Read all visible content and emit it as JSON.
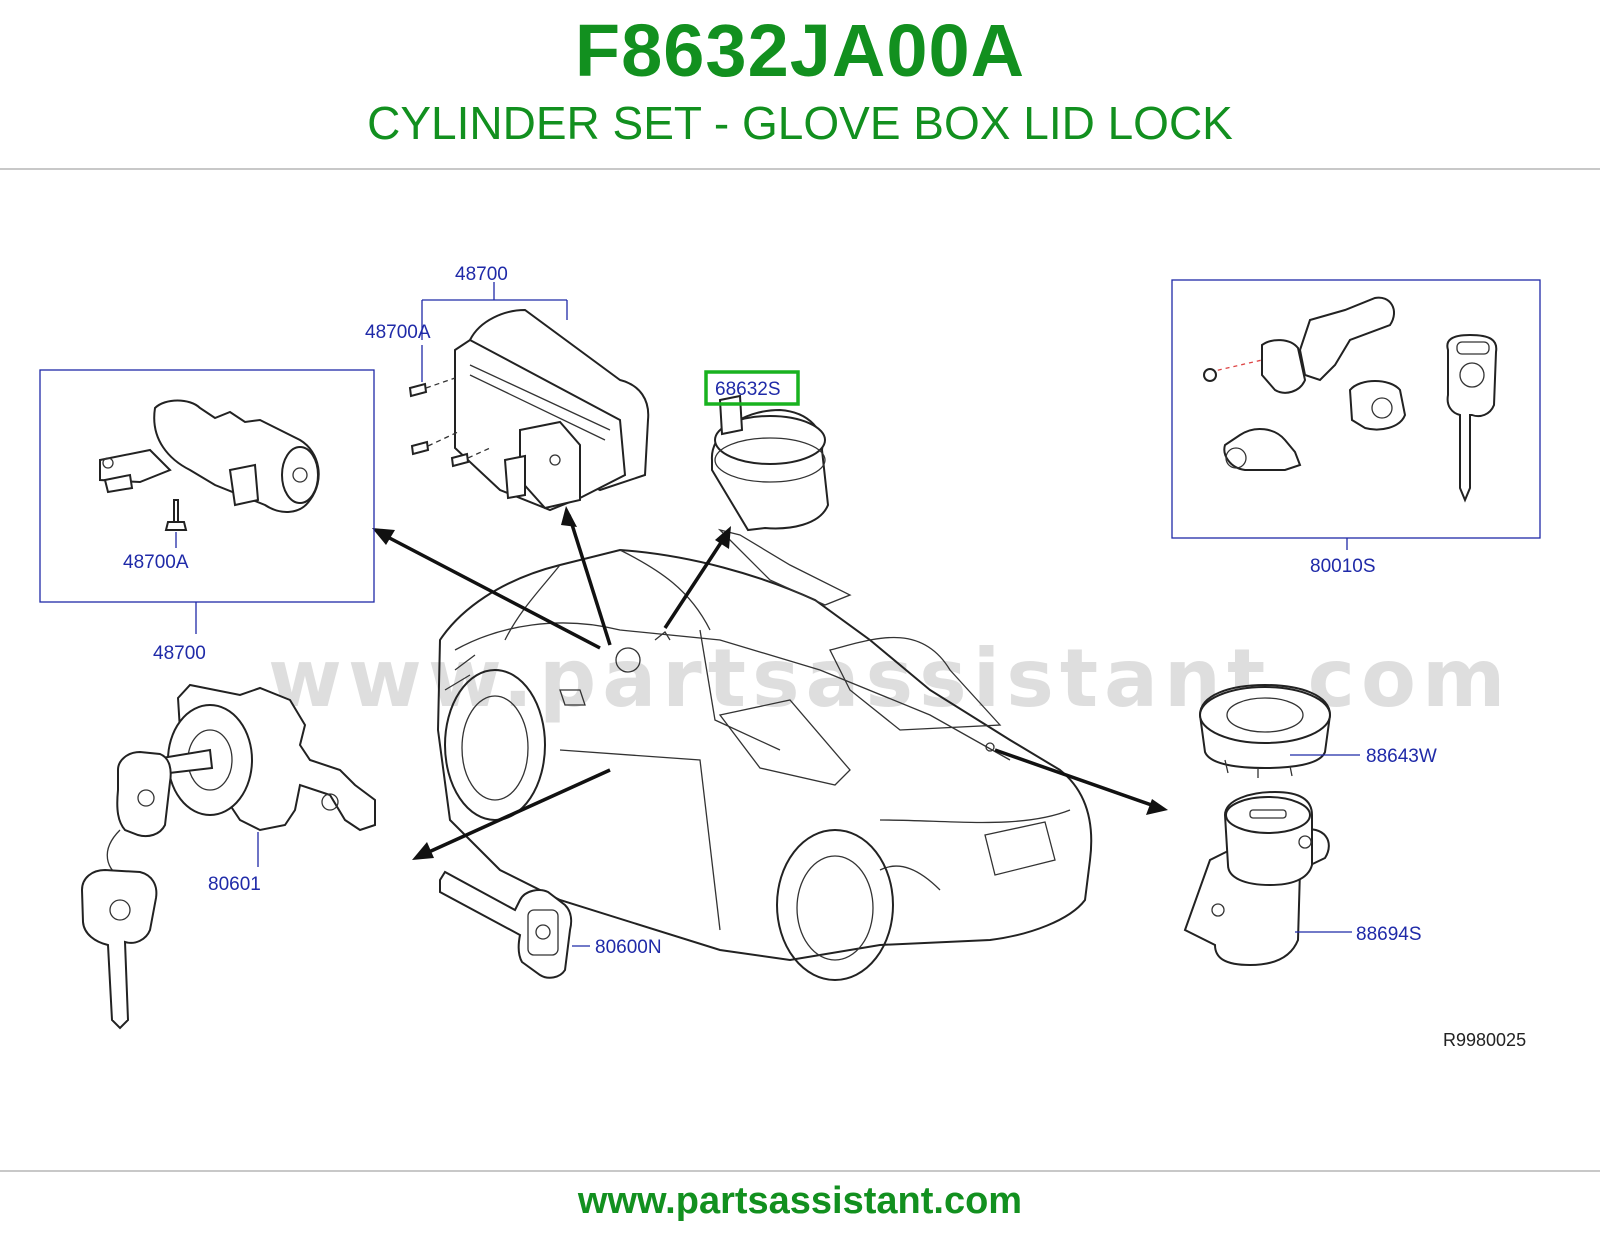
{
  "header": {
    "part_number": "F8632JA00A",
    "title": "CYLINDER SET - GLOVE BOX LID LOCK"
  },
  "diagram": {
    "labels": {
      "l_48700_top": "48700",
      "l_48700a_top": "48700A",
      "l_68632s": "68632S",
      "l_48700a_left": "48700A",
      "l_48700_left": "48700",
      "l_80010s": "80010S",
      "l_88643w": "88643W",
      "l_88694s": "88694S",
      "l_80601": "80601",
      "l_80600n": "80600N"
    },
    "ref_code": "R9980025",
    "watermark": "www.partsassistant.com",
    "highlight_color": "#19b21f",
    "label_color": "#1f2aa8"
  },
  "footer": {
    "url": "www.partsassistant.com"
  }
}
